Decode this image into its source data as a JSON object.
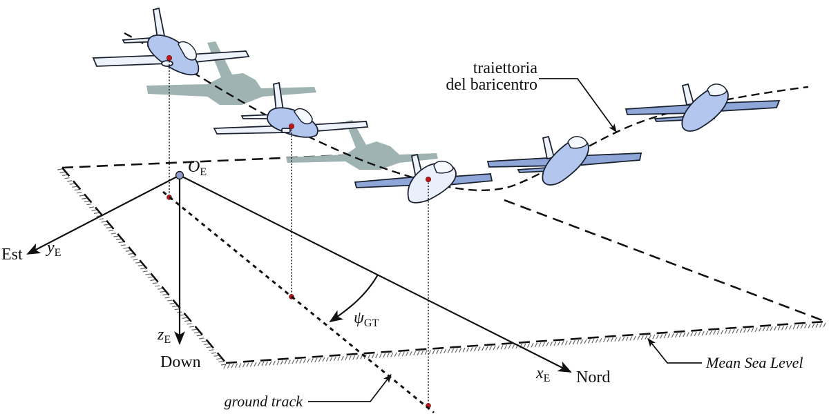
{
  "figure": {
    "subject": "Earth reference frame, aircraft centre-of-gravity trajectory and ground track"
  },
  "labels": {
    "origin": {
      "symbol": "O",
      "subscript": "E"
    },
    "y_axis": {
      "symbol": "y",
      "subscript": "E",
      "direction": "Est"
    },
    "z_axis": {
      "symbol": "z",
      "subscript": "E",
      "direction": "Down"
    },
    "x_axis": {
      "symbol": "x",
      "subscript": "E",
      "direction": "Nord"
    },
    "heading_angle": {
      "symbol": "ψ",
      "subscript": "GT"
    },
    "trajectory": {
      "line1": "traiettoria",
      "line2": "del baricentro"
    },
    "ground_track": "ground track",
    "mean_sea_level": "Mean Sea Level"
  },
  "colors": {
    "ink": "#111111",
    "aircraft_shadow": "#9fb3b3",
    "cg_marker": "#c0181a",
    "origin_marker": "#8f9bc9",
    "hatch": "#666666"
  },
  "aircraft": [
    {
      "id": "aircraft-1",
      "shadow": true
    },
    {
      "id": "aircraft-2",
      "shadow": true
    },
    {
      "id": "aircraft-3",
      "shadow": false
    },
    {
      "id": "aircraft-4",
      "shadow": false
    },
    {
      "id": "aircraft-5",
      "shadow": false
    }
  ]
}
